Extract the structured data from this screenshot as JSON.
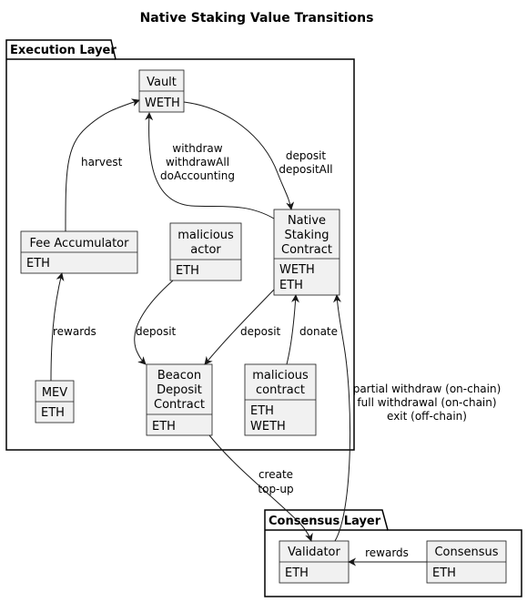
{
  "title": "Native Staking Value Transitions",
  "packages": {
    "execution": "Execution Layer",
    "consensus": "Consensus Layer"
  },
  "nodes": {
    "vault": {
      "title": [
        "Vault"
      ],
      "fields": [
        "WETH"
      ]
    },
    "fee_accumulator": {
      "title": [
        "Fee Accumulator"
      ],
      "fields": [
        "ETH"
      ]
    },
    "malicious_actor": {
      "title": [
        "malicious",
        "actor"
      ],
      "fields": [
        "ETH"
      ]
    },
    "native_staking": {
      "title": [
        "Native",
        "Staking",
        "Contract"
      ],
      "fields": [
        "WETH",
        "ETH"
      ]
    },
    "mev": {
      "title": [
        "MEV"
      ],
      "fields": [
        "ETH"
      ]
    },
    "beacon_deposit": {
      "title": [
        "Beacon",
        "Deposit",
        "Contract"
      ],
      "fields": [
        "ETH"
      ]
    },
    "malicious_contract": {
      "title": [
        "malicious",
        "contract"
      ],
      "fields": [
        "ETH",
        "WETH"
      ]
    },
    "validator": {
      "title": [
        "Validator"
      ],
      "fields": [
        "ETH"
      ]
    },
    "consensus": {
      "title": [
        "Consensus"
      ],
      "fields": [
        "ETH"
      ]
    }
  },
  "edges": {
    "harvest": [
      "harvest"
    ],
    "withdraw": [
      "withdraw",
      "withdrawAll",
      "doAccounting"
    ],
    "deposit_vault": [
      "deposit",
      "depositAll"
    ],
    "rewards_mev": [
      "rewards"
    ],
    "deposit_actor": [
      "deposit"
    ],
    "deposit_native": [
      "deposit"
    ],
    "donate": [
      "donate"
    ],
    "validator_withdraw": [
      "partial withdraw (on-chain)",
      "full withdrawal (on-chain)",
      "exit (off-chain)"
    ],
    "create_topup": [
      "create",
      "top-up"
    ],
    "rewards_consensus": [
      "rewards"
    ]
  }
}
